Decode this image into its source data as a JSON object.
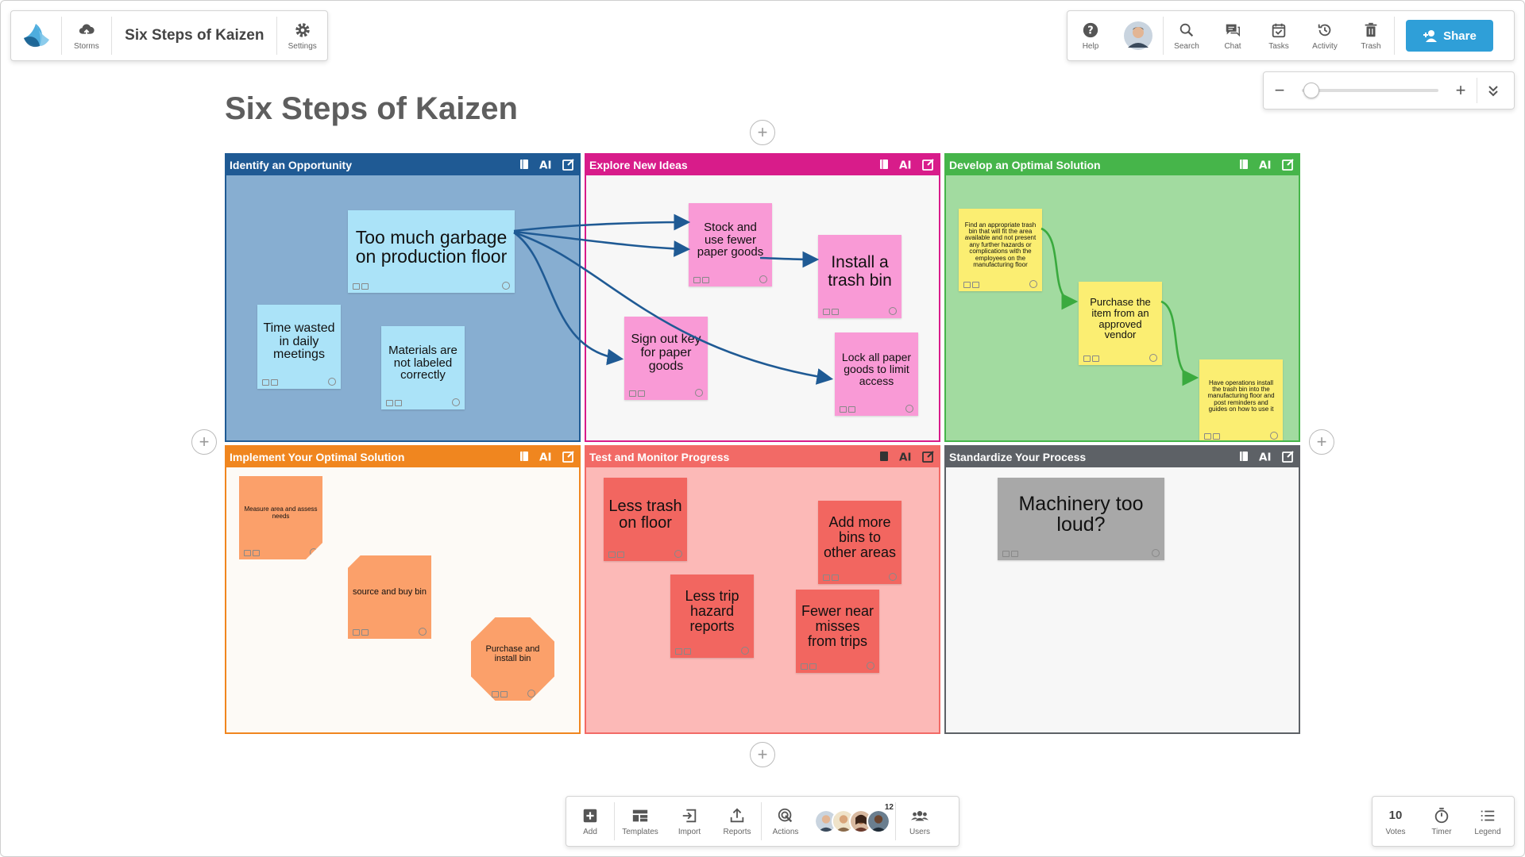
{
  "app": {
    "board_title": "Six Steps of Kaizen",
    "storms_label": "Storms",
    "settings_label": "Settings"
  },
  "top_right": {
    "help": "Help",
    "search": "Search",
    "chat": "Chat",
    "tasks": "Tasks",
    "activity": "Activity",
    "trash": "Trash",
    "share": "Share"
  },
  "zoom": {
    "minus": "−",
    "plus": "+",
    "level": 0.01
  },
  "page_title": "Six Steps of Kaizen",
  "colors": {
    "identify": "#1f5a94",
    "explore": "#d81c8a",
    "develop": "#46b54a",
    "implement": "#f0861f",
    "test": "#f26a66",
    "standardize": "#5d6166",
    "share": "#2f9fd8",
    "link_blue": "#1f5a94",
    "link_green": "#3aaa3e"
  },
  "sections": [
    {
      "id": "identify",
      "title": "Identify an Opportunity",
      "notes": [
        {
          "text": "Too much garbage on production floor"
        },
        {
          "text": "Time wasted in daily meetings"
        },
        {
          "text": "Materials are not labeled correctly"
        }
      ]
    },
    {
      "id": "explore",
      "title": "Explore New Ideas",
      "notes": [
        {
          "text": "Stock and use fewer paper goods"
        },
        {
          "text": "Install a trash bin"
        },
        {
          "text": "Sign out key for paper goods"
        },
        {
          "text": "Lock all paper goods to limit access"
        }
      ]
    },
    {
      "id": "develop",
      "title": "Develop an Optimal Solution",
      "notes": [
        {
          "text": "Find an appropriate trash bin that will fit the area available and not present any further hazards or complications with the employees on the manufacturing floor"
        },
        {
          "text": "Purchase the item from an approved vendor"
        },
        {
          "text": "Have operations install the trash bin into the manufacturing floor and post reminders and guides on how to use it"
        }
      ]
    },
    {
      "id": "implement",
      "title": "Implement Your Optimal Solution",
      "notes": [
        {
          "text": "Measure area and assess needs"
        },
        {
          "text": "source and buy bin"
        },
        {
          "text": "Purchase and install bin"
        }
      ]
    },
    {
      "id": "test",
      "title": "Test and Monitor Progress",
      "notes": [
        {
          "text": "Less trash on floor"
        },
        {
          "text": "Add more bins to other areas"
        },
        {
          "text": "Less trip hazard reports"
        },
        {
          "text": "Fewer near misses from trips"
        }
      ]
    },
    {
      "id": "standardize",
      "title": "Standardize Your Process",
      "notes": [
        {
          "text": "Machinery too loud?"
        }
      ]
    }
  ],
  "bottom": {
    "add": "Add",
    "templates": "Templates",
    "import": "Import",
    "reports": "Reports",
    "actions": "Actions",
    "users_count": "12",
    "users": "Users",
    "votes_count": "10",
    "votes": "Votes",
    "timer": "Timer",
    "legend": "Legend"
  },
  "icons": {
    "logo": "logo-icon",
    "storms": "cloud-upload-icon",
    "settings": "gear-icon",
    "help": "help-icon",
    "search": "search-icon",
    "chat": "chat-icon",
    "tasks": "tasks-icon",
    "activity": "activity-icon",
    "trash": "trash-icon",
    "share": "add-user-icon"
  }
}
